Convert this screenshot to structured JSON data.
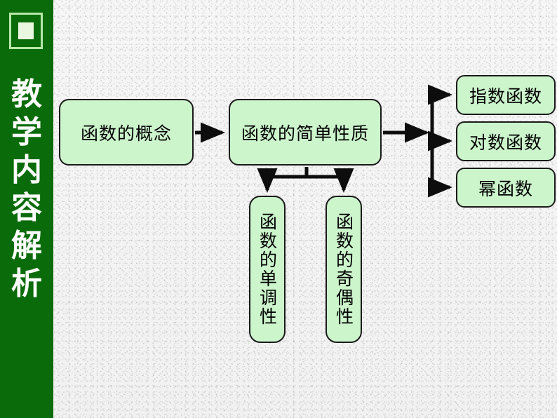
{
  "slide": {
    "title": "教学内容解析",
    "background_color": "#f3f3f3",
    "accent_color": "#0a6b0a",
    "node_fill_color": "#ccf5cc",
    "node_border_color": "#1a1a1a"
  },
  "sidebar": {
    "label": "教学内容解析",
    "characters": [
      "教",
      "学",
      "内",
      "容",
      "解",
      "析"
    ],
    "icon": "square-in-square-icon",
    "background_color": "#0a6b0a",
    "text_color": "#ffffff"
  },
  "diagram": {
    "type": "flowchart",
    "nodes": [
      {
        "id": "concept",
        "label": "函数的概念",
        "orientation": "horizontal"
      },
      {
        "id": "properties",
        "label": "函数的简单性质",
        "orientation": "horizontal"
      },
      {
        "id": "exponential",
        "label": "指数函数",
        "orientation": "horizontal"
      },
      {
        "id": "logarithmic",
        "label": "对数函数",
        "orientation": "horizontal"
      },
      {
        "id": "power",
        "label": "幂函数",
        "orientation": "horizontal"
      },
      {
        "id": "monotonic",
        "label": "函数的单调性",
        "orientation": "vertical"
      },
      {
        "id": "parity",
        "label": "函数的奇偶性",
        "orientation": "vertical"
      }
    ],
    "edges": [
      {
        "from": "concept",
        "to": "exponential",
        "style": "arrow"
      },
      {
        "from": "properties",
        "to": "exponential",
        "style": "arrow"
      },
      {
        "from": "properties",
        "to": "logarithmic",
        "style": "arrow"
      },
      {
        "from": "properties",
        "to": "power",
        "style": "arrow"
      },
      {
        "from": "properties",
        "to": "monotonic",
        "style": "arrow"
      },
      {
        "from": "properties",
        "to": "parity",
        "style": "arrow"
      }
    ]
  }
}
